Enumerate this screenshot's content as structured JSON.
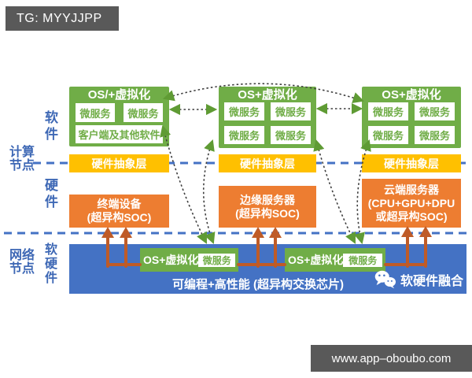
{
  "header": {
    "tg_label": "TG: MYYJJPP"
  },
  "footer": {
    "website": "www.app–oboubo.com"
  },
  "side_labels": {
    "software": "软件",
    "compute_node_line1": "计算",
    "compute_node_line2": "节点",
    "hardware": "硬件",
    "network_node_line1": "网络",
    "network_node_line2": "节点",
    "soft_hardware": "软硬件"
  },
  "compute_columns": [
    {
      "os_title": "OS/+虚拟化",
      "microservices": [
        "微服务",
        "微服务"
      ],
      "client_box": "客户端及其他软件",
      "hal": "硬件抽象层",
      "device_lines": [
        "终端设备",
        "(超异构SOC)"
      ]
    },
    {
      "os_title": "OS+虚拟化",
      "microservices": [
        "微服务",
        "微服务",
        "微服务",
        "微服务"
      ],
      "hal": "硬件抽象层",
      "device_lines": [
        "边缘服务器",
        "(超异构SOC)"
      ]
    },
    {
      "os_title": "OS+虚拟化",
      "microservices": [
        "微服务",
        "微服务",
        "微服务",
        "微服务"
      ],
      "hal": "硬件抽象层",
      "device_lines": [
        "云端服务器",
        "(CPU+GPU+DPU",
        "或超异构SOC)"
      ]
    }
  ],
  "network_section": {
    "os_boxes": [
      {
        "title": "OS+虚拟化",
        "microservice": "微服务"
      },
      {
        "title": "OS+虚拟化",
        "microservice": "微服务"
      }
    ],
    "chip_label": "可编程+高性能 (超异构交换芯片)",
    "wechat_icon": "wechat-logo",
    "wechat_label": "软硬件融合"
  },
  "colors": {
    "green": "#70AD47",
    "yellow": "#FFC000",
    "orange": "#ED7D31",
    "blue": "#4472C4",
    "arrow_orange": "#BF5B27",
    "label_blue": "#3E68B5",
    "watermark_bg": "#595959"
  }
}
